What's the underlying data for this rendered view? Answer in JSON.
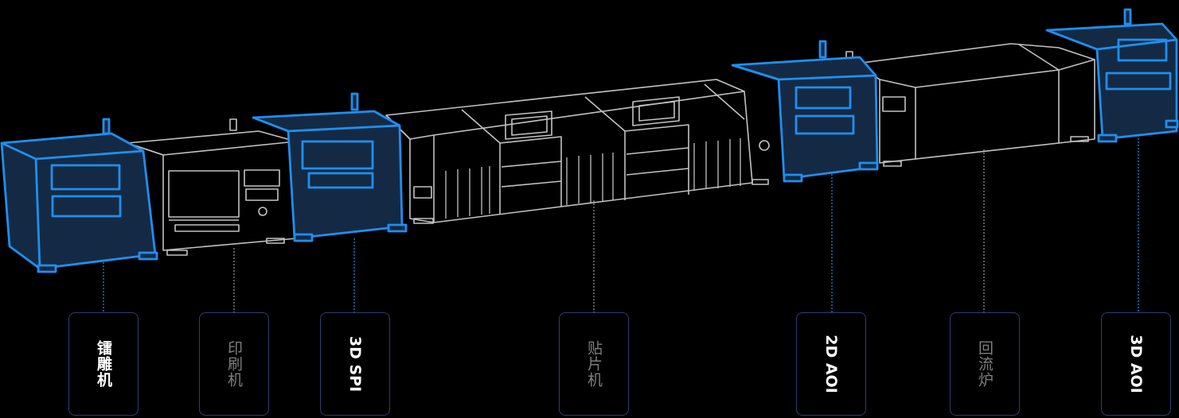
{
  "stations": [
    {
      "id": "engraver",
      "label": "镭雕机",
      "highlighted": true,
      "orientation": "vertical-cjk"
    },
    {
      "id": "printer",
      "label": "印刷机",
      "highlighted": false,
      "orientation": "vertical-cjk"
    },
    {
      "id": "spi",
      "label": "3D SPI",
      "highlighted": true,
      "orientation": "rotated-latin"
    },
    {
      "id": "placement",
      "label": "贴片机",
      "highlighted": false,
      "orientation": "vertical-cjk"
    },
    {
      "id": "aoi2d",
      "label": "2D AOI",
      "highlighted": true,
      "orientation": "rotated-latin"
    },
    {
      "id": "reflow",
      "label": "回流炉",
      "highlighted": false,
      "orientation": "vertical-cjk"
    },
    {
      "id": "aoi3d",
      "label": "3D AOI",
      "highlighted": true,
      "orientation": "rotated-latin"
    }
  ],
  "colors": {
    "background": "#000000",
    "highlight_stroke": "#1f8ff0",
    "highlight_fill": "#142a44",
    "machine_stroke": "#c2c2c2",
    "label_border": "#2c3e72",
    "label_text_highlight": "#ffffff",
    "label_text_dim": "#7e7e7e"
  }
}
